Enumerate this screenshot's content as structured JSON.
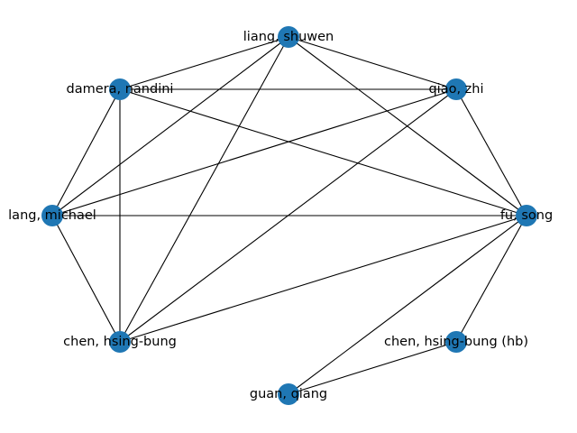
{
  "graph": {
    "node_color": "#1f77b4",
    "edge_color": "#000000",
    "nodes": [
      {
        "id": "liang_shuwen",
        "label": "liang, shuwen"
      },
      {
        "id": "qiao_zhi",
        "label": "qiao, zhi"
      },
      {
        "id": "fu_song",
        "label": "fu, song"
      },
      {
        "id": "chen_hsing_bung_hb",
        "label": "chen, hsing-bung (hb)"
      },
      {
        "id": "guan_qiang",
        "label": "guan, qiang"
      },
      {
        "id": "chen_hsing_bung",
        "label": "chen, hsing-bung"
      },
      {
        "id": "lang_michael",
        "label": "lang, michael"
      },
      {
        "id": "damera_nandini",
        "label": "damera, nandini"
      }
    ],
    "edges": [
      [
        "liang_shuwen",
        "damera_nandini"
      ],
      [
        "liang_shuwen",
        "qiao_zhi"
      ],
      [
        "liang_shuwen",
        "fu_song"
      ],
      [
        "liang_shuwen",
        "lang_michael"
      ],
      [
        "liang_shuwen",
        "chen_hsing_bung"
      ],
      [
        "damera_nandini",
        "qiao_zhi"
      ],
      [
        "damera_nandini",
        "fu_song"
      ],
      [
        "damera_nandini",
        "lang_michael"
      ],
      [
        "damera_nandini",
        "chen_hsing_bung"
      ],
      [
        "qiao_zhi",
        "fu_song"
      ],
      [
        "qiao_zhi",
        "lang_michael"
      ],
      [
        "qiao_zhi",
        "chen_hsing_bung"
      ],
      [
        "lang_michael",
        "fu_song"
      ],
      [
        "lang_michael",
        "chen_hsing_bung"
      ],
      [
        "fu_song",
        "chen_hsing_bung"
      ],
      [
        "fu_song",
        "chen_hsing_bung_hb"
      ],
      [
        "fu_song",
        "guan_qiang"
      ],
      [
        "guan_qiang",
        "chen_hsing_bung_hb"
      ]
    ]
  }
}
